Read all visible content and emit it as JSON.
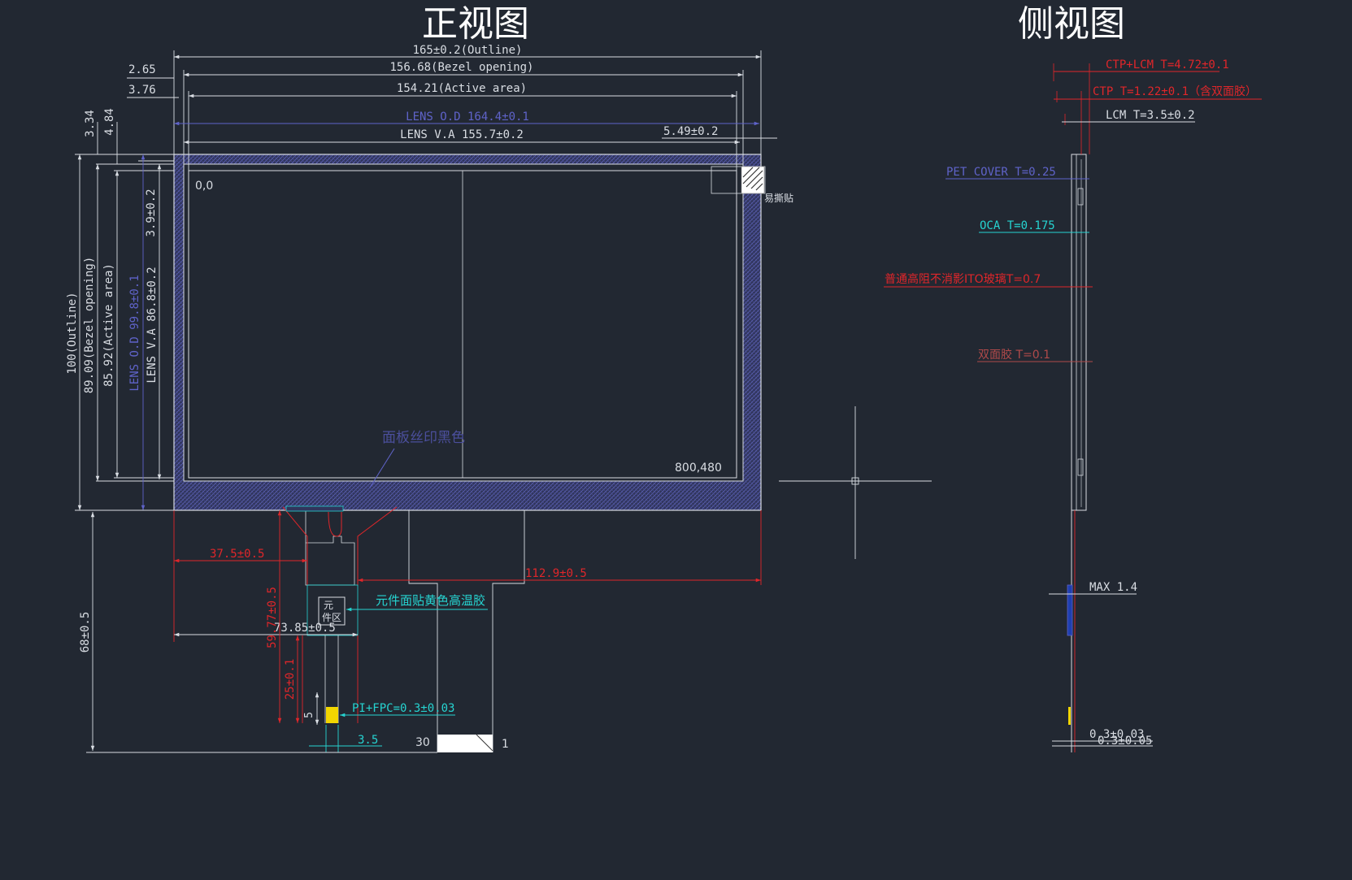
{
  "titles": {
    "front_view": "正视图",
    "side_view": "侧视图"
  },
  "colors": {
    "background": "#222832",
    "line_white": "#d9dde3",
    "dim_red": "#e0262a",
    "dim_blue": "#5f63c9",
    "dim_cyan": "#26d4d1",
    "dim_brown": "#b04a4a",
    "fpc_yellow": "#f2d600",
    "hatch_blue": "#3b3f7a"
  },
  "front": {
    "dims_horizontal": {
      "outline": "165±0.2(Outline)",
      "bezel": "156.68(Bezel opening)",
      "active": "154.21(Active area)",
      "lens_od": "LENS O.D 164.4±0.1",
      "lens_va": "LENS V.A 155.7±0.2",
      "offset_549": "5.49±0.2",
      "left_265": "2.65",
      "left_376": "3.76"
    },
    "dims_vertical": {
      "top_334": "3.34",
      "top_484": "4.84",
      "top_39": "3.9±0.2",
      "outline": "100(Outline)",
      "bezel": "89.09(Bezel opening)",
      "active": "85.92(Active area)",
      "lens_od": "LENS O.D 99.8±0.1",
      "lens_va": "LENS V.A 86.8±0.2"
    },
    "labels": {
      "origin": "0,0",
      "resolution": "800,480",
      "sticker": "易撕贴",
      "silkscreen": "面板丝印黑色",
      "component_area": [
        "元",
        "件区"
      ],
      "component_tape": "元件面贴黄色高温胶",
      "pi_fpc": "PI+FPC=0.3±0.03",
      "pin_30": "30",
      "pin_1": "1"
    },
    "fpc_dims": {
      "d_375": "37.5±0.5",
      "d_1129": "112.9±0.5",
      "d_7385": "73.85±0.5",
      "d_5977": "59.77±0.5",
      "d_25": "25±0.1",
      "d_5": "5",
      "d_35": "3.5",
      "d_68": "68±0.5"
    }
  },
  "side": {
    "labels": {
      "ctp_lcm": "CTP+LCM T=4.72±0.1",
      "ctp": "CTP T=1.22±0.1（含双面胶）",
      "lcm": "LCM T=3.5±0.2",
      "pet": "PET COVER T=0.25",
      "oca": "OCA T=0.175",
      "ito": "普通高阻不消影ITO玻璃T=0.7",
      "tape": "双面胶 T=0.1",
      "max": "MAX 1.4",
      "fpc_a": "0.3±0.03",
      "fpc_b": "0.3±0.05"
    }
  }
}
